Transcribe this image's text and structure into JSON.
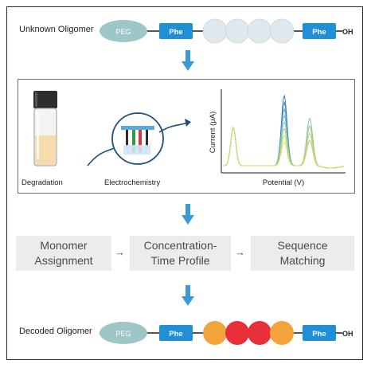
{
  "top_row": {
    "label": "Unknown Oligomer",
    "peg": "PEG",
    "phe_left": "Phe",
    "phe_right": "Phe",
    "terminal": "OH",
    "unknown_unit_color": "#dfe8ec"
  },
  "workflow_panel": {
    "degradation_caption": "Degradation",
    "electrochemistry_caption": "Electrochemistry",
    "chart_ylabel": "Current (μA)",
    "chart_xlabel": "Potential (V)"
  },
  "steps": [
    {
      "line1": "Monomer",
      "line2": "Assignment"
    },
    {
      "line1": "Concentration-",
      "line2": "Time Profile"
    },
    {
      "line1": "Sequence",
      "line2": "Matching"
    }
  ],
  "bottom_row": {
    "label": "Decoded Oligomer",
    "peg": "PEG",
    "phe_left": "Phe",
    "phe_right": "Phe",
    "terminal": "OH",
    "decoded_colors": [
      "#f2a43a",
      "#e8303a",
      "#e8303a",
      "#f2a43a"
    ]
  },
  "colors": {
    "phe_blue": "#1f8fd6",
    "peg_teal": "#9fc6c6",
    "arrow_blue": "#3a9ad6"
  },
  "chart_data": {
    "type": "line",
    "xlabel": "Potential (V)",
    "ylabel": "Current (μA)",
    "series_count": 8
  }
}
